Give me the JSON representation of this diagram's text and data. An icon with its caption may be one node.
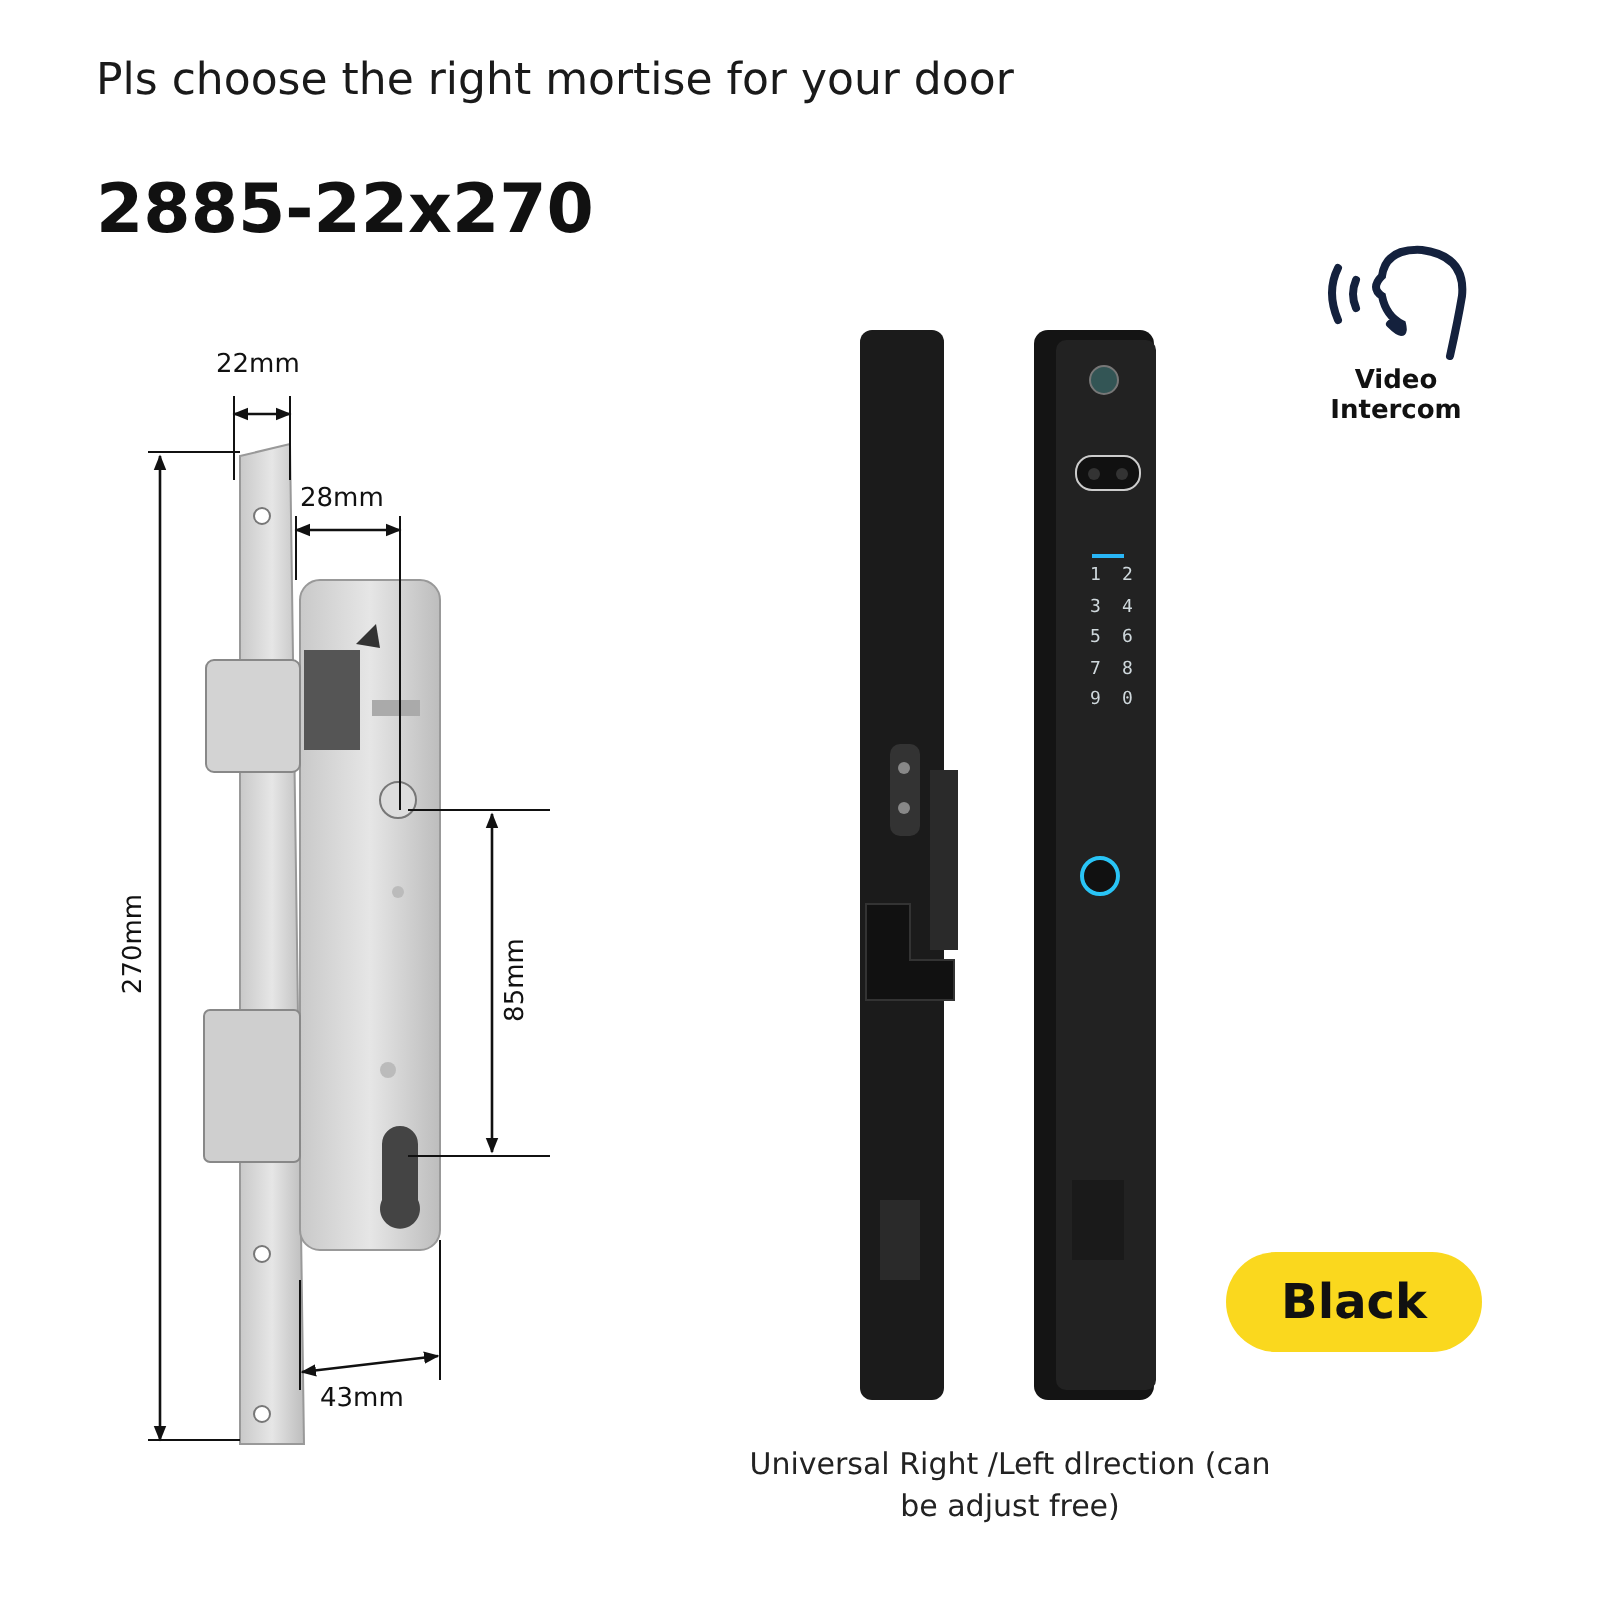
{
  "diagram": {
    "title": "Pls choose the right mortise for your door",
    "nodes": [
      {
        "text": [
          "Black"
        ]
      }
    ],
    "labels": [
      "2885-22x270",
      "Video Intercom",
      "22mm",
      "28mm",
      "270mm",
      "85mm",
      "43mm",
      "1",
      "2",
      "3",
      "4",
      "5",
      "6",
      "7",
      "8",
      "9",
      "0"
    ],
    "caption": "Universal Right /Left dlrection (can be adjust free)"
  }
}
